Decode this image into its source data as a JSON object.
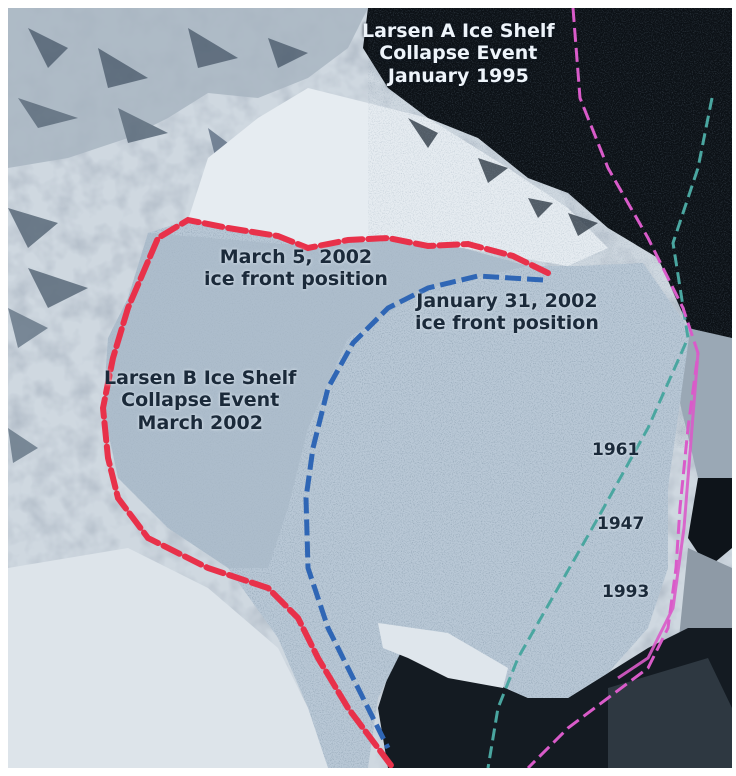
{
  "map": {
    "labels": {
      "larsen_a_title": [
        "Larsen A Ice Shelf",
        "Collapse Event",
        "January 1995"
      ],
      "march5_front": [
        "March 5, 2002",
        "ice front position"
      ],
      "jan31_front": [
        "January 31, 2002",
        "ice front position"
      ],
      "larsen_b_title": [
        "Larsen B Ice Shelf",
        "Collapse Event",
        "March 2002"
      ]
    },
    "years": {
      "y1961": "1961",
      "y1947": "1947",
      "y1993": "1993"
    },
    "colors": {
      "march5_front_line": "#e8314a",
      "jan31_front_line": "#2f66b5",
      "front_1961_line": "#4aa6a0",
      "front_1947_line": "#d95bc9",
      "front_1993_line": "#d95bc9",
      "open_ocean": "#0c1116",
      "ice_shelf": "#b9c8d6"
    }
  }
}
